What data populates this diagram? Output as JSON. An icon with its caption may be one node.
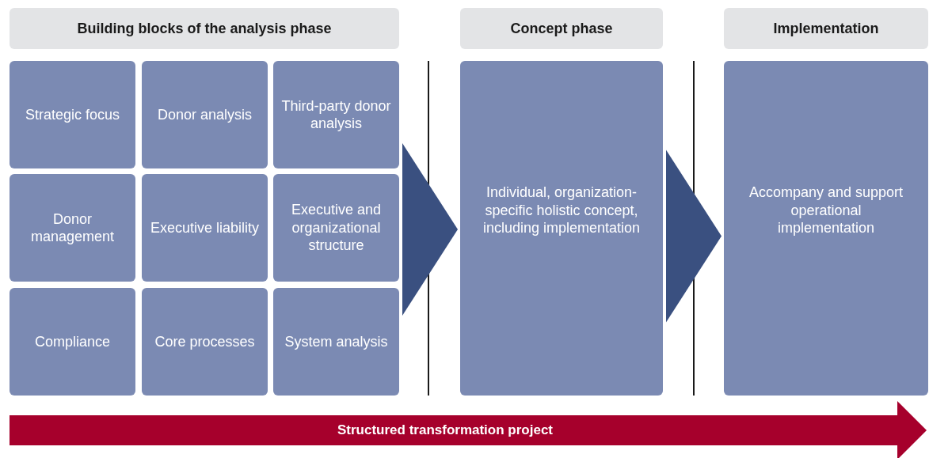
{
  "diagram": {
    "nodes": [
      {
        "text": [
          "Building blocks of the analysis phase"
        ]
      },
      {
        "text": [
          "Concept phase"
        ]
      },
      {
        "text": [
          "Implementation"
        ]
      },
      {
        "text": [
          "Strategic focus"
        ]
      },
      {
        "text": [
          "Donor analysis"
        ]
      },
      {
        "text": [
          "Third-party donor analysis"
        ]
      },
      {
        "text": [
          "Donor management"
        ]
      },
      {
        "text": [
          "Executive liability"
        ]
      },
      {
        "text": [
          "Executive and organizational structure"
        ]
      },
      {
        "text": [
          "Compliance"
        ]
      },
      {
        "text": [
          "Core processes"
        ]
      },
      {
        "text": [
          "System analysis"
        ]
      },
      {
        "text": [
          "Individual, organization-specific holistic concept, including implementation"
        ]
      },
      {
        "text": [
          "Accompany and support operational implementation"
        ]
      }
    ],
    "edges": [
      {
        "from": 8,
        "to": 12,
        "arrow": "to"
      },
      {
        "from": 12,
        "to": 13,
        "arrow": "to"
      }
    ],
    "labels": [
      "Structured transformation project"
    ]
  }
}
